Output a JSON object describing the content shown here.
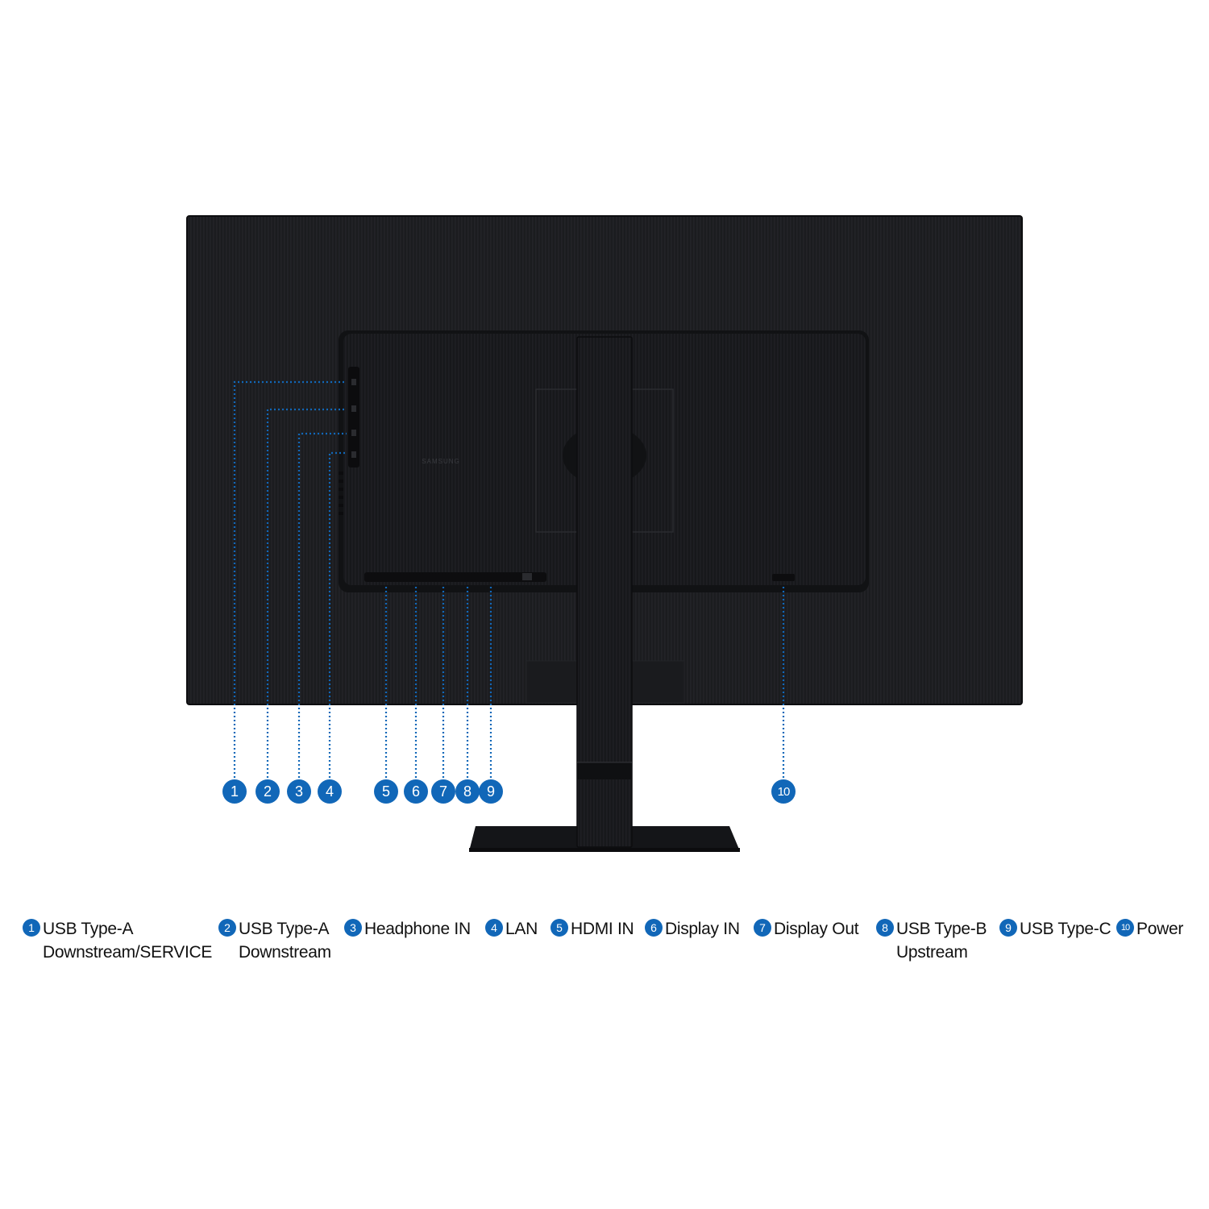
{
  "brand": "SAMSUNG",
  "colors": {
    "accent": "#1167b8",
    "monitor": "#1b1c1f",
    "stand": "#141518",
    "text": "#111111"
  },
  "markers": [
    "1",
    "2",
    "3",
    "4",
    "5",
    "6",
    "7",
    "8",
    "9",
    "10"
  ],
  "legend": [
    {
      "num": "1",
      "label": "USB Type-A\nDownstream/SERVICE"
    },
    {
      "num": "2",
      "label": "USB Type-A\nDownstream"
    },
    {
      "num": "3",
      "label": "Headphone IN"
    },
    {
      "num": "4",
      "label": "LAN"
    },
    {
      "num": "5",
      "label": "HDMI IN"
    },
    {
      "num": "6",
      "label": "Display IN"
    },
    {
      "num": "7",
      "label": "Display Out"
    },
    {
      "num": "8",
      "label": "USB Type-B\nUpstream"
    },
    {
      "num": "9",
      "label": "USB Type-C"
    },
    {
      "num": "10",
      "label": "Power"
    }
  ]
}
